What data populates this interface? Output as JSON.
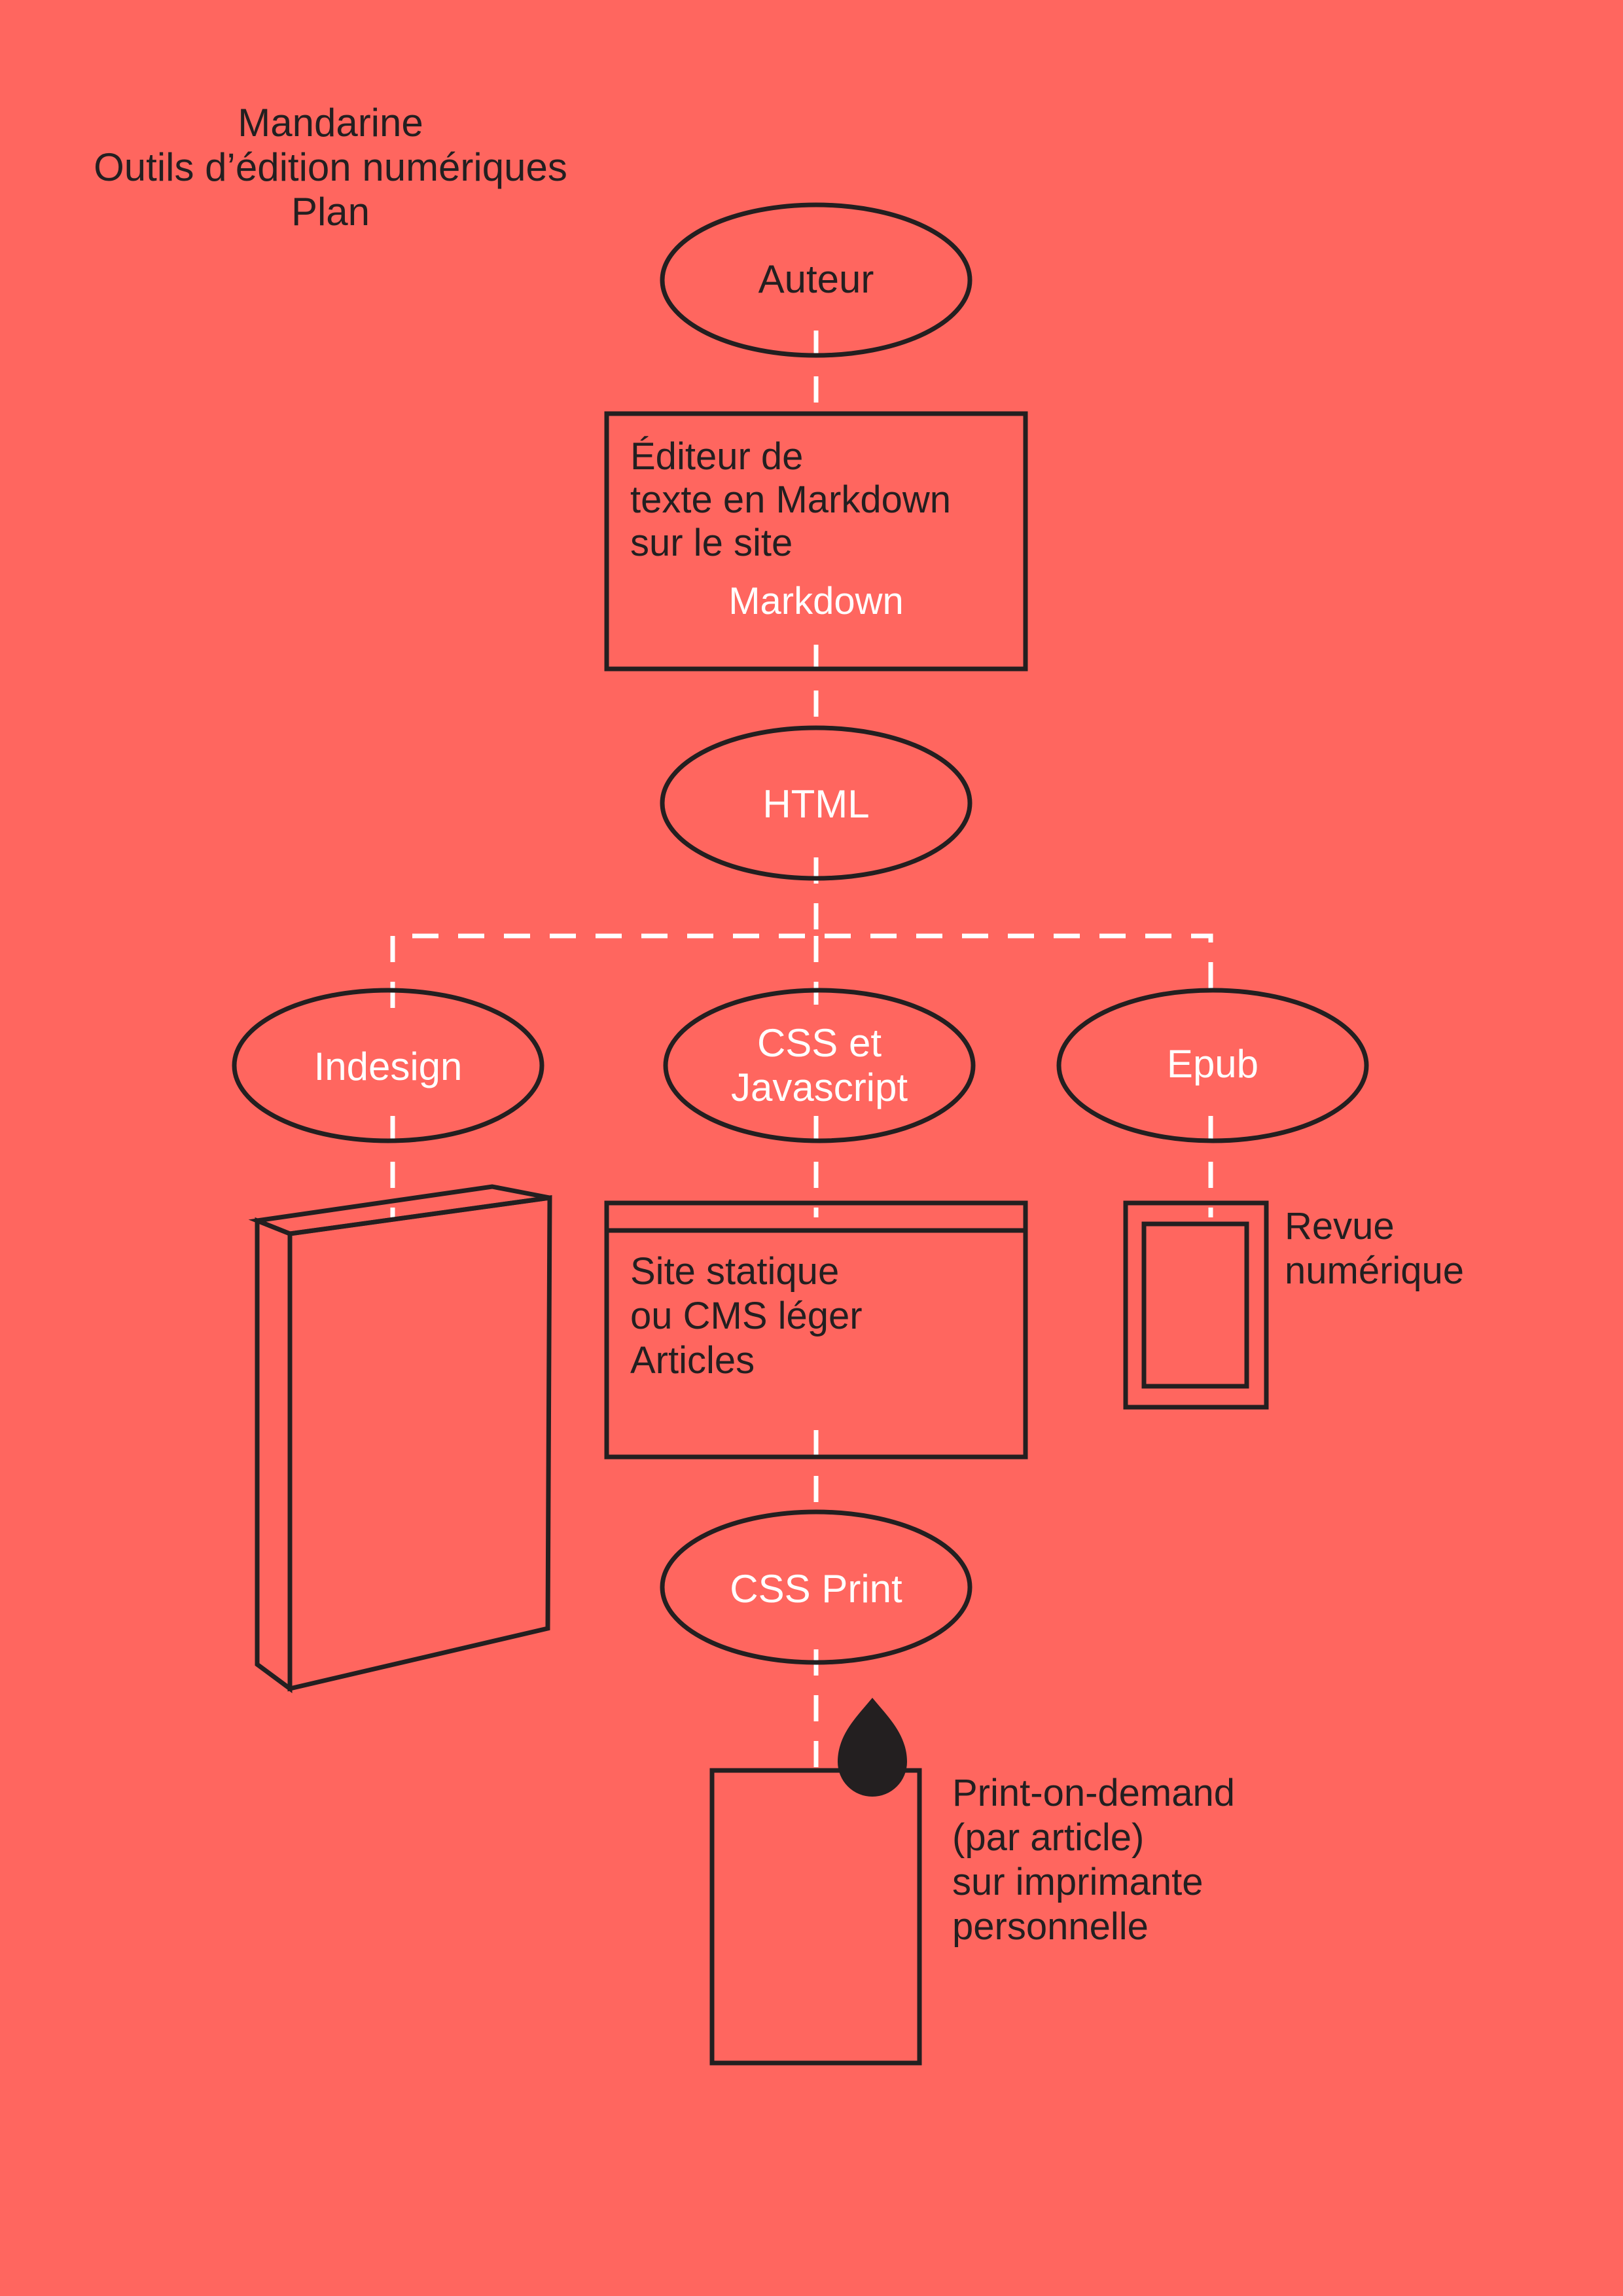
{
  "colors": {
    "background": "#ff665f",
    "ink": "#231f20",
    "connector": "#ffffff"
  },
  "header": {
    "line1": "Mandarine",
    "line2": "Outils d’édition numériques",
    "line3": "Plan"
  },
  "nodes": {
    "auteur": "Auteur",
    "editor": {
      "line1": "Éditeur de",
      "line2": "texte en Markdown",
      "line3": "sur le site",
      "format": "Markdown"
    },
    "html": "HTML",
    "indesign": "Indesign",
    "css_js": {
      "line1": "CSS et",
      "line2": "Javascript"
    },
    "epub": "Epub",
    "site": {
      "line1": "Site statique",
      "line2": "ou CMS léger",
      "line3": "Articles"
    },
    "revue": {
      "line1": "Revue",
      "line2": "numérique"
    },
    "css_print": "CSS Print",
    "print": {
      "line1": "Print-on-demand",
      "line2": "(par article)",
      "line3": "sur imprimante",
      "line4": "personnelle"
    }
  },
  "icons": [
    "book-icon",
    "tablet-icon",
    "paper-sheet-icon",
    "ink-drop-icon"
  ]
}
